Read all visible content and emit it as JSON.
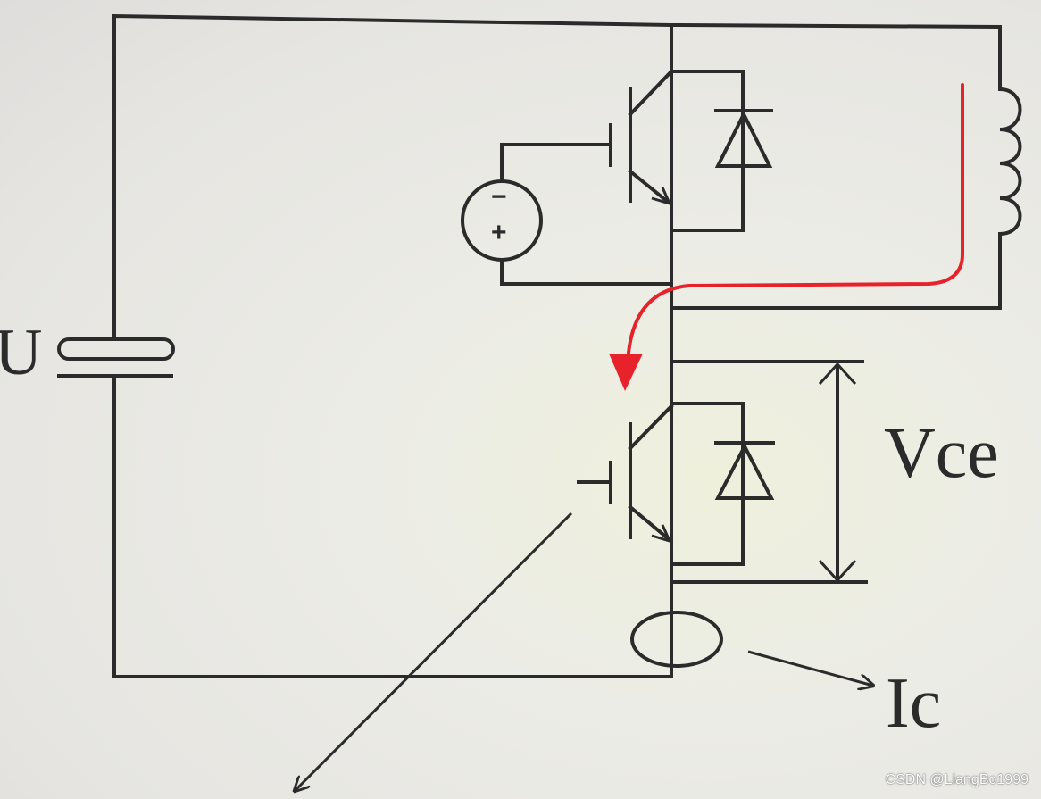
{
  "diagram": {
    "labels": {
      "capacitor_voltage": "U",
      "collector_emitter_voltage": "Vce",
      "collector_current": "Ic"
    },
    "components": {
      "capacitor": "capacitor-icon",
      "upper_igbt": "igbt-icon",
      "upper_diode": "diode-icon",
      "gate_source": "voltage-source-icon",
      "source_minus": "−",
      "source_plus": "+",
      "inductor": "inductor-icon",
      "lower_igbt": "igbt-icon",
      "lower_diode": "diode-icon",
      "current_probe": "current-probe-icon"
    },
    "colors": {
      "wire": "#2b2b2b",
      "current_path": "#e8222a"
    }
  },
  "watermark": "CSDN @LiangBo1999"
}
